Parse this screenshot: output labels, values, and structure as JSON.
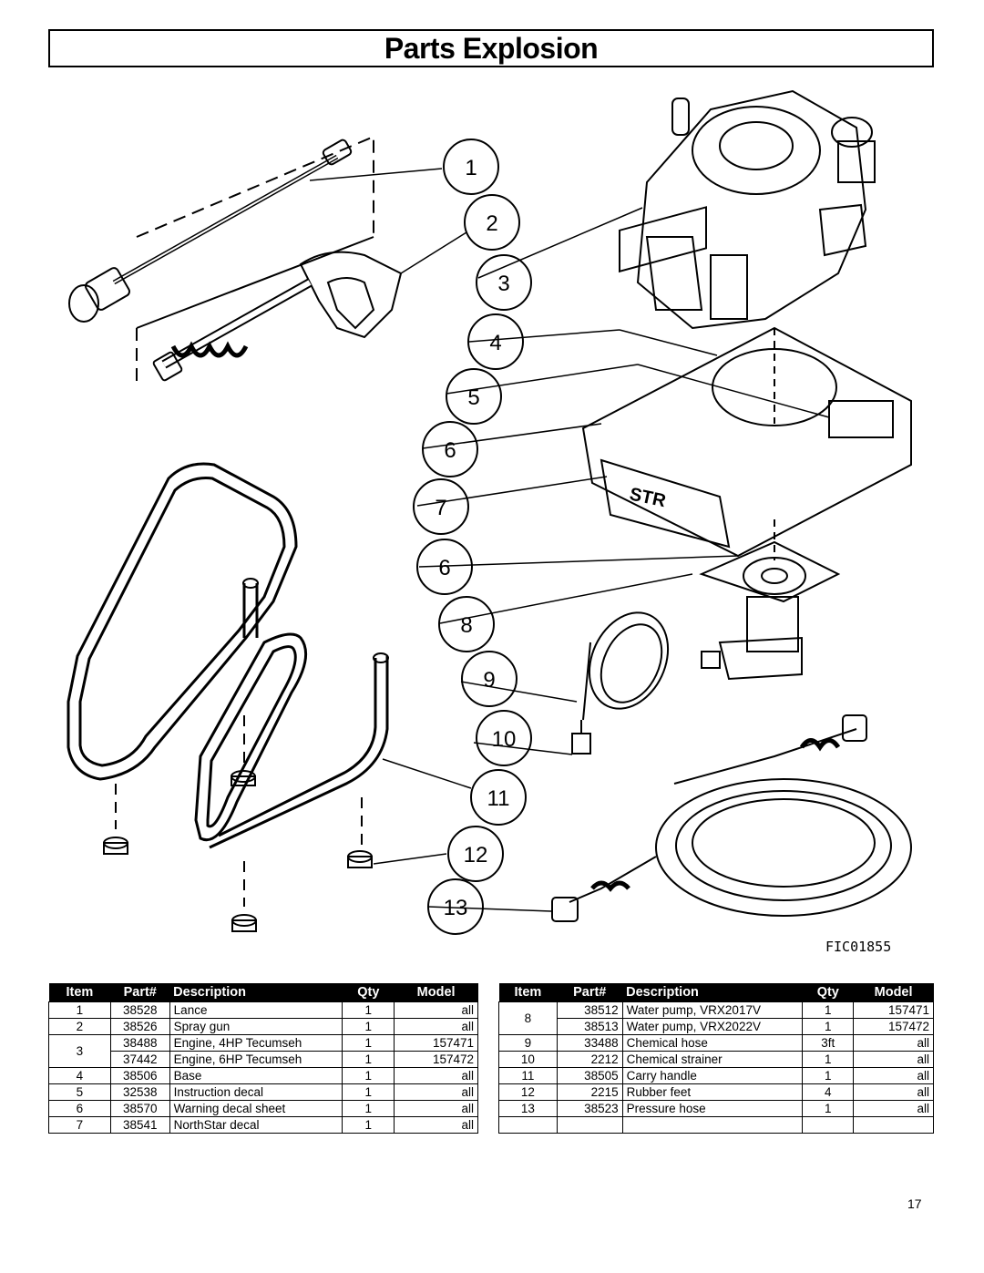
{
  "title": "Parts Explosion",
  "figure_code": "FIC01855",
  "callouts": [
    "1",
    "2",
    "3",
    "4",
    "5",
    "6",
    "7",
    "6",
    "8",
    "9",
    "10",
    "11",
    "12",
    "13"
  ],
  "columns": [
    "Item",
    "Part#",
    "Description",
    "Qty",
    "Model"
  ],
  "left_rows": [
    {
      "item": "1",
      "part": "38528",
      "desc": "Lance",
      "qty": "1",
      "model": "all"
    },
    {
      "item": "2",
      "part": "38526",
      "desc": "Spray gun",
      "qty": "1",
      "model": "all"
    },
    {
      "item": "3",
      "part": "38488",
      "desc": "Engine, 4HP Tecumseh",
      "qty": "1",
      "model": "157471"
    },
    {
      "item": "",
      "part": "37442",
      "desc": "Engine, 6HP Tecumseh",
      "qty": "1",
      "model": "157472"
    },
    {
      "item": "4",
      "part": "38506",
      "desc": "Base",
      "qty": "1",
      "model": "all"
    },
    {
      "item": "5",
      "part": "32538",
      "desc": "Instruction decal",
      "qty": "1",
      "model": "all"
    },
    {
      "item": "6",
      "part": "38570",
      "desc": "Warning decal sheet",
      "qty": "1",
      "model": "all"
    },
    {
      "item": "7",
      "part": "38541",
      "desc": "NorthStar decal",
      "qty": "1",
      "model": "all"
    }
  ],
  "right_rows": [
    {
      "item": "8",
      "part": "38512",
      "desc": "Water pump, VRX2017V",
      "qty": "1",
      "model": "157471"
    },
    {
      "item": "",
      "part": "38513",
      "desc": "Water pump, VRX2022V",
      "qty": "1",
      "model": "157472"
    },
    {
      "item": "9",
      "part": "33488",
      "desc": "Chemical hose",
      "qty": "3ft",
      "model": "all"
    },
    {
      "item": "10",
      "part": "2212",
      "desc": "Chemical strainer",
      "qty": "1",
      "model": "all"
    },
    {
      "item": "11",
      "part": "38505",
      "desc": "Carry handle",
      "qty": "1",
      "model": "all"
    },
    {
      "item": "12",
      "part": "2215",
      "desc": "Rubber feet",
      "qty": "4",
      "model": "all"
    },
    {
      "item": "13",
      "part": "38523",
      "desc": "Pressure hose",
      "qty": "1",
      "model": "all"
    },
    {
      "item": "",
      "part": "",
      "desc": "",
      "qty": "",
      "model": ""
    }
  ],
  "page_number": "17"
}
